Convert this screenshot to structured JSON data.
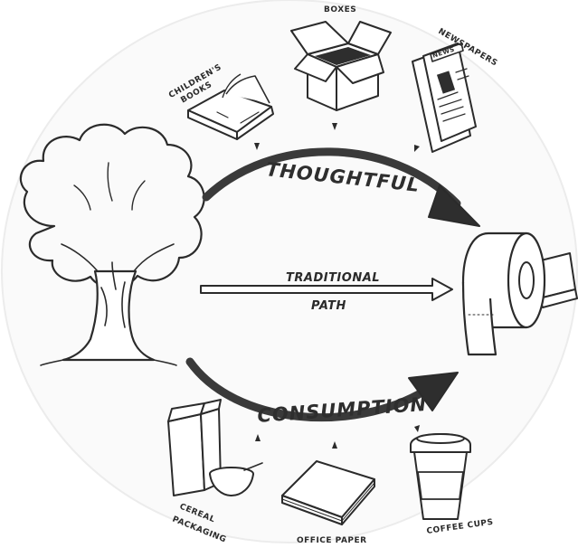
{
  "diagram": {
    "paths": {
      "top": "THOUGHTFUL",
      "middle_line1": "TRADITIONAL",
      "middle_line2": "PATH",
      "bottom": "CONSUMPTION"
    },
    "sources_top": {
      "childrens_books": [
        "CHILDREN'S",
        "BOOKS"
      ],
      "boxes": "BOXES",
      "newspapers": "NEWSPAPERS",
      "newspaper_masthead": "NEWS"
    },
    "sources_bottom": {
      "cereal_packaging": [
        "CEREAL",
        "PACKAGING"
      ],
      "office_paper": "OFFICE PAPER",
      "coffee_cups": "COFFEE CUPS"
    },
    "icons": [
      "tree-icon",
      "toilet-paper-roll-icon",
      "book-icon",
      "box-icon",
      "newspaper-icon",
      "cereal-box-icon",
      "bowl-icon",
      "paper-stack-icon",
      "coffee-cup-icon"
    ],
    "colors": {
      "ink": "#2b2b2b",
      "arrow_fill": "#3a3a3a",
      "background": "#ffffff"
    }
  }
}
